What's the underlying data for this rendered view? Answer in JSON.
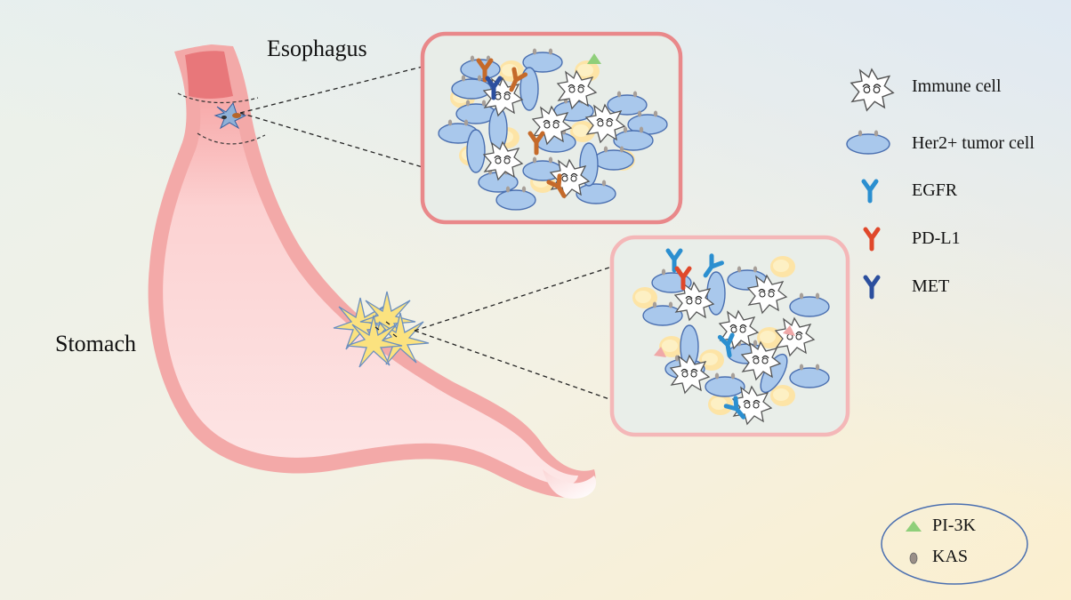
{
  "labels": {
    "esophagus": "Esophagus",
    "stomach": "Stomach"
  },
  "legend": {
    "items": [
      {
        "label": "Immune cell",
        "icon": "immune-cell-icon"
      },
      {
        "label": "Her2+ tumor cell",
        "icon": "tumor-cell-icon"
      },
      {
        "label": "EGFR",
        "icon": "egfr-receptor-icon",
        "color": "#2b8fd0"
      },
      {
        "label": "PD-L1",
        "icon": "pdl1-receptor-icon",
        "color": "#e0482b"
      },
      {
        "label": "MET",
        "icon": "met-receptor-icon",
        "color": "#2c4f9e"
      }
    ],
    "box": [
      {
        "label": "PI-3K",
        "icon": "pi3k-triangle-icon",
        "color": "#8fcf7a"
      },
      {
        "label": "KAS",
        "icon": "kas-oval-icon",
        "color": "#9a8f88"
      }
    ]
  },
  "colors": {
    "stomach_fill": "#fbd3d3",
    "stomach_wall": "#f2a9a8",
    "esophagus_top": "#e8777a",
    "tumor_cell_fill": "#a9c8ec",
    "tumor_cell_stroke": "#4a6fb0",
    "yellow_cell": "#fde4a6",
    "inset_top_border": "#e9888a",
    "inset_bottom_border": "#f4b7b8"
  }
}
